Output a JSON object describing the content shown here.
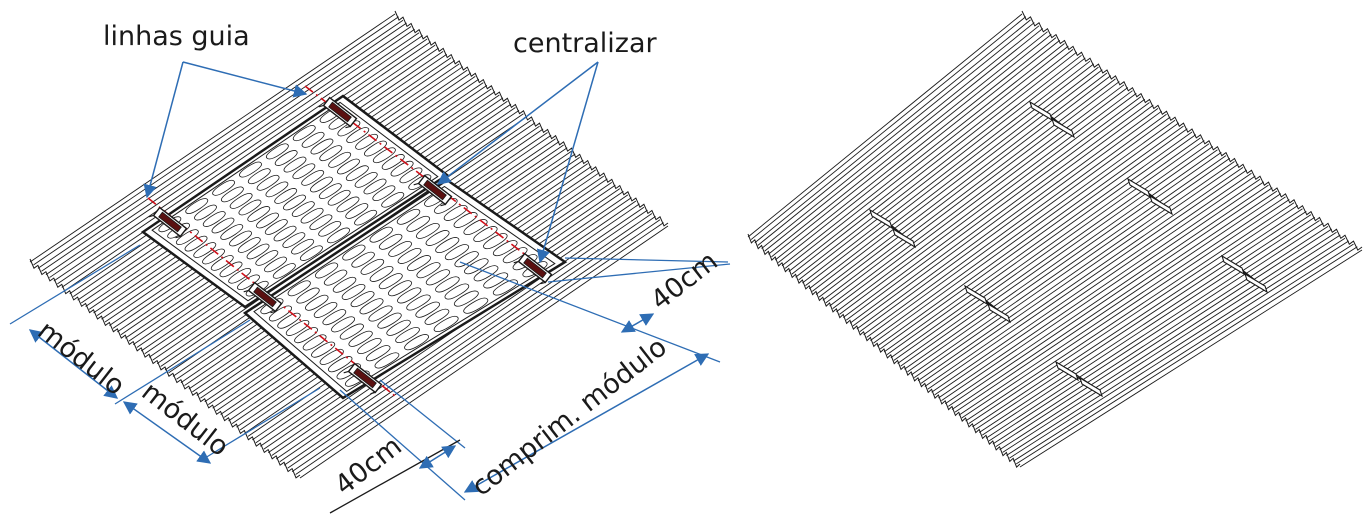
{
  "labels": {
    "guide_lines": "linhas guia",
    "center": "centralizar",
    "module_1": "módulo",
    "module_2": "módulo",
    "offset_right": "40cm",
    "offset_bottom": "40cm",
    "module_length": "comprim. módulo"
  },
  "colors": {
    "dimension": "#2e6db4",
    "guide_line": "#d0101a",
    "outline": "#1a1a1a",
    "clamp": "#5a1010"
  }
}
